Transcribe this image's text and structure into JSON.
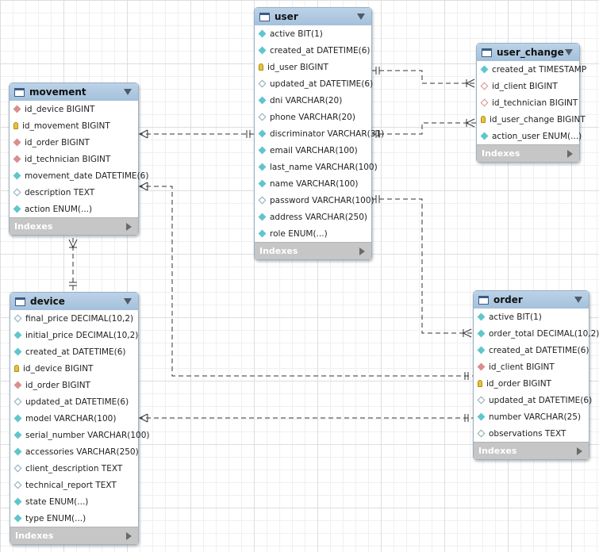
{
  "footer_label": "Indexes",
  "tables": {
    "user": {
      "name": "user",
      "columns": [
        {
          "text": "active BIT(1)",
          "icon": "nn"
        },
        {
          "text": "created_at DATETIME(6)",
          "icon": "nn"
        },
        {
          "text": "id_user BIGINT",
          "icon": "pk"
        },
        {
          "text": "updated_at DATETIME(6)",
          "icon": "nullable"
        },
        {
          "text": "dni VARCHAR(20)",
          "icon": "nn"
        },
        {
          "text": "phone VARCHAR(20)",
          "icon": "nullable"
        },
        {
          "text": "discriminator VARCHAR(31)",
          "icon": "nn"
        },
        {
          "text": "email VARCHAR(100)",
          "icon": "nn"
        },
        {
          "text": "last_name VARCHAR(100)",
          "icon": "nn"
        },
        {
          "text": "name VARCHAR(100)",
          "icon": "nn"
        },
        {
          "text": "password VARCHAR(100)",
          "icon": "nullable"
        },
        {
          "text": "address VARCHAR(250)",
          "icon": "nn"
        },
        {
          "text": "role ENUM(...)",
          "icon": "nn"
        }
      ]
    },
    "user_change": {
      "name": "user_change",
      "columns": [
        {
          "text": "created_at TIMESTAMP",
          "icon": "nn"
        },
        {
          "text": "id_client BIGINT",
          "icon": "fkn"
        },
        {
          "text": "id_technician BIGINT",
          "icon": "fkn"
        },
        {
          "text": "id_user_change BIGINT",
          "icon": "pk"
        },
        {
          "text": "action_user ENUM(...)",
          "icon": "nn"
        }
      ]
    },
    "movement": {
      "name": "movement",
      "columns": [
        {
          "text": "id_device BIGINT",
          "icon": "fk"
        },
        {
          "text": "id_movement BIGINT",
          "icon": "pk"
        },
        {
          "text": "id_order BIGINT",
          "icon": "fk"
        },
        {
          "text": "id_technician BIGINT",
          "icon": "fk"
        },
        {
          "text": "movement_date DATETIME(6)",
          "icon": "nn"
        },
        {
          "text": "description TEXT",
          "icon": "nullable"
        },
        {
          "text": "action ENUM(...)",
          "icon": "nn"
        }
      ]
    },
    "device": {
      "name": "device",
      "columns": [
        {
          "text": "final_price DECIMAL(10,2)",
          "icon": "nullable"
        },
        {
          "text": "initial_price DECIMAL(10,2)",
          "icon": "nn"
        },
        {
          "text": "created_at DATETIME(6)",
          "icon": "nn"
        },
        {
          "text": "id_device BIGINT",
          "icon": "pk"
        },
        {
          "text": "id_order BIGINT",
          "icon": "fk"
        },
        {
          "text": "updated_at DATETIME(6)",
          "icon": "nullable"
        },
        {
          "text": "model VARCHAR(100)",
          "icon": "nn"
        },
        {
          "text": "serial_number VARCHAR(100)",
          "icon": "nn"
        },
        {
          "text": "accessories VARCHAR(250)",
          "icon": "nn"
        },
        {
          "text": "client_description TEXT",
          "icon": "nullable"
        },
        {
          "text": "technical_report TEXT",
          "icon": "nullable"
        },
        {
          "text": "state ENUM(...)",
          "icon": "nn"
        },
        {
          "text": "type ENUM(...)",
          "icon": "nn"
        }
      ]
    },
    "order": {
      "name": "order",
      "columns": [
        {
          "text": "active BIT(1)",
          "icon": "nn"
        },
        {
          "text": "order_total DECIMAL(10,2)",
          "icon": "nn"
        },
        {
          "text": "created_at DATETIME(6)",
          "icon": "nn"
        },
        {
          "text": "id_client BIGINT",
          "icon": "fk"
        },
        {
          "text": "id_order BIGINT",
          "icon": "pk"
        },
        {
          "text": "updated_at DATETIME(6)",
          "icon": "nullable"
        },
        {
          "text": "number VARCHAR(25)",
          "icon": "nn"
        },
        {
          "text": "observations TEXT",
          "icon": "nullable"
        }
      ]
    }
  },
  "relationships": [
    {
      "from": "movement",
      "to": "user",
      "type": "many-to-one"
    },
    {
      "from": "user_change",
      "to": "user",
      "type": "many-to-one"
    },
    {
      "from": "movement",
      "to": "order",
      "type": "many-to-one"
    },
    {
      "from": "order",
      "to": "user",
      "type": "many-to-one"
    },
    {
      "from": "movement",
      "to": "device",
      "type": "many-to-one"
    },
    {
      "from": "device",
      "to": "order",
      "type": "many-to-one"
    }
  ]
}
